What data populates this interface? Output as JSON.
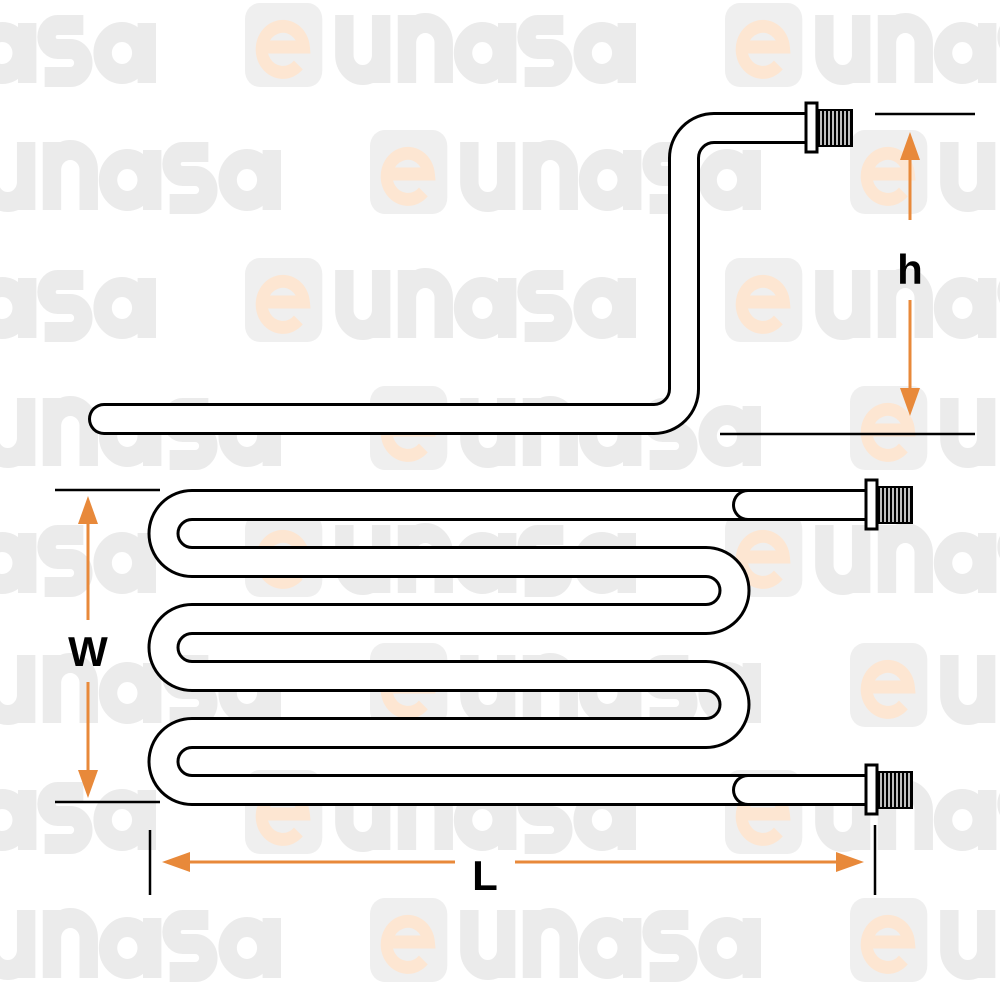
{
  "watermark": {
    "brand": "eunasa",
    "brand_e": "e",
    "brand_rest": "unasa"
  },
  "dimensions": {
    "height_label": "h",
    "width_label": "W",
    "length_label": "L"
  },
  "colors": {
    "arrow": "#e8893a",
    "line": "#000000",
    "watermark": "#ebebeb",
    "watermark_accent": "#fde6d2"
  }
}
